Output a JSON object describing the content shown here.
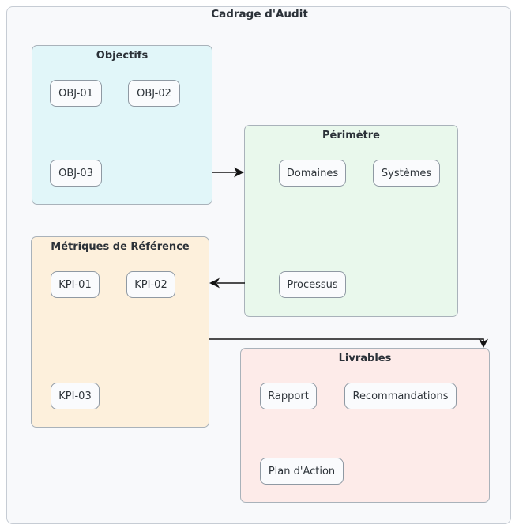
{
  "diagram": {
    "title": "Cadrage d'Audit",
    "groups": [
      {
        "id": "objectifs",
        "title": "Objectifs",
        "fill": "#e1f6f9",
        "nodes": [
          "OBJ-01",
          "OBJ-02",
          "OBJ-03"
        ]
      },
      {
        "id": "perimetre",
        "title": "Périmètre",
        "fill": "#e9f8ec",
        "nodes": [
          "Domaines",
          "Systèmes",
          "Processus"
        ]
      },
      {
        "id": "metriques",
        "title": "Métriques de Référence",
        "fill": "#fdf0dc",
        "nodes": [
          "KPI-01",
          "KPI-02",
          "KPI-03"
        ]
      },
      {
        "id": "livrables",
        "title": "Livrables",
        "fill": "#fdebe9",
        "nodes": [
          "Rapport",
          "Recommandations",
          "Plan d'Action"
        ]
      }
    ],
    "arrows": [
      {
        "from": "Objectifs",
        "to": "Périmètre"
      },
      {
        "from": "Périmètre",
        "to": "Métriques de Référence"
      },
      {
        "from": "Métriques de Référence",
        "to": "Livrables"
      }
    ],
    "colors": {
      "frame_background": "#f8f9fb",
      "frame_border": "#c6ccd4",
      "group_border": "#a9b2ba",
      "node_background": "#fafbfd",
      "node_border": "#8f99a3",
      "text": "#2b3138",
      "arrow": "#141414"
    }
  }
}
